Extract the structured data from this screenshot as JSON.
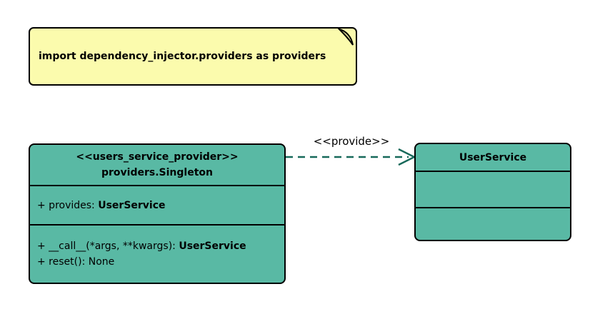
{
  "note": {
    "text": "import dependency_injector.providers as providers"
  },
  "provider_class": {
    "stereotype": "<<users_service_provider>>",
    "name": "providers.Singleton",
    "attributes": [
      {
        "prefix": "+ provides: ",
        "type": "UserService"
      }
    ],
    "methods": [
      {
        "prefix": "+ __call__(*args, **kwargs): ",
        "type": "UserService"
      },
      {
        "prefix": "+ reset(): None",
        "type": ""
      }
    ]
  },
  "service_class": {
    "name": "UserService"
  },
  "arrow": {
    "label": "<<provide>>"
  },
  "colors": {
    "note-fill": "#FBFBAD",
    "note-fold": "#DBDB97",
    "class-fill": "#59B9A4",
    "arrow-color": "#17695A",
    "border-color": "#000000"
  }
}
